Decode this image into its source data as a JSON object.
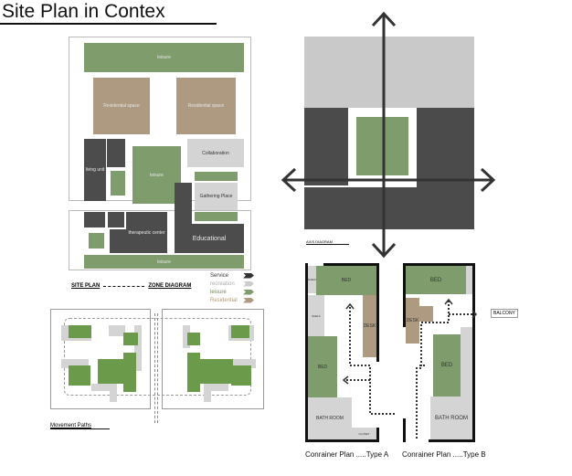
{
  "title": "Site Plan in Contex",
  "site_plan": {
    "zones": {
      "leisure_top": "leisure",
      "residential_1": "Residential space",
      "residential_2": "Residential space",
      "living_unit": "living unit",
      "leisure_center": "leisure",
      "collaboration": "Collaboration",
      "gathering": "Gathering Place",
      "therapeutic": "therapeutic center",
      "educational": "Educational",
      "leisure_bottom": "leisure"
    },
    "caption_left": "SITE PLAN",
    "caption_right": "ZONE DIAGRAM",
    "legend": [
      {
        "label": "Service",
        "color": "#4c4c4c"
      },
      {
        "label": "recreation",
        "color": "#d4d4d4"
      },
      {
        "label": "leisure",
        "color": "#7f9c6c"
      },
      {
        "label": "Residential",
        "color": "#ad9a80"
      }
    ]
  },
  "movement": {
    "caption": "Movement Paths"
  },
  "axis": {
    "caption": "AXIS DIAGRAM"
  },
  "type_a": {
    "bed_top": "BED",
    "desk": "DESK",
    "bed_bottom": "BED",
    "bath": "BATH ROOM",
    "closet": "CLOSET",
    "shelf_1": "SHELF",
    "shelf_2": "SHELF",
    "caption": "Conrainer Plan .....Type A"
  },
  "type_b": {
    "bed_top": "BED",
    "desk": "DESK",
    "bed": "BED",
    "bath": "BATH ROOM",
    "balcony": "BALCONY",
    "caption": "Conrainer Plan .....Type B"
  }
}
